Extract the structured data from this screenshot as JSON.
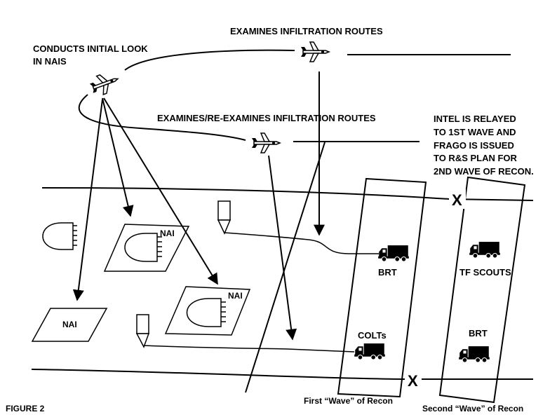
{
  "labels": {
    "examines_routes": "EXAMINES INFILTRATION ROUTES",
    "initial_look_line1": "CONDUCTS INITIAL LOOK",
    "initial_look_line2": "IN NAIS",
    "re_examines": "EXAMINES/RE-EXAMINES INFILTRATION ROUTES",
    "intel_line1": "INTEL IS RELAYED",
    "intel_line2": "TO 1ST WAVE AND",
    "intel_line3": "FRAGO IS ISSUED",
    "intel_line4": "TO R&S PLAN FOR",
    "intel_line5": "2ND WAVE OF RECON.",
    "nai_1": "NAI",
    "nai_2": "NAI",
    "nai_3": "NAI",
    "brt_first": "BRT",
    "colts": "COLTs",
    "tf_scouts": "TF SCOUTS",
    "brt_second": "BRT",
    "x_top": "X",
    "x_bottom": "X",
    "first_wave_caption": "First “Wave” of Recon",
    "second_wave_caption": "Second “Wave” of Recon",
    "figure_label": "FIGURE 2"
  },
  "icons": [
    "aircraft-icon",
    "truck-icon",
    "nai-symbol-icon",
    "flag-marker-icon"
  ]
}
